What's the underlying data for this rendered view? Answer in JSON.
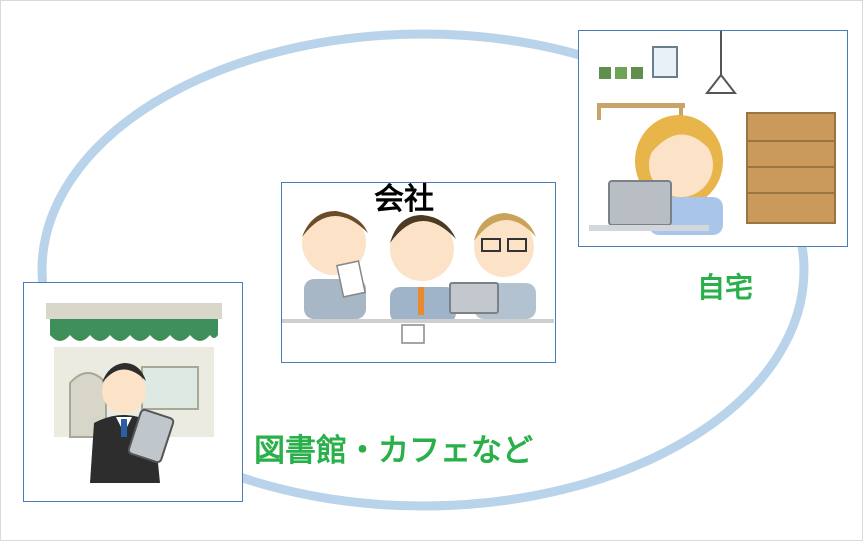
{
  "labels": {
    "office": "会社",
    "home": "自宅",
    "library_cafe": "図書館・カフェなど"
  },
  "colors": {
    "ring": "#b8d3ea",
    "card_border": "#4a7db5",
    "label_green": "#2ab04a",
    "label_black": "#000000"
  }
}
